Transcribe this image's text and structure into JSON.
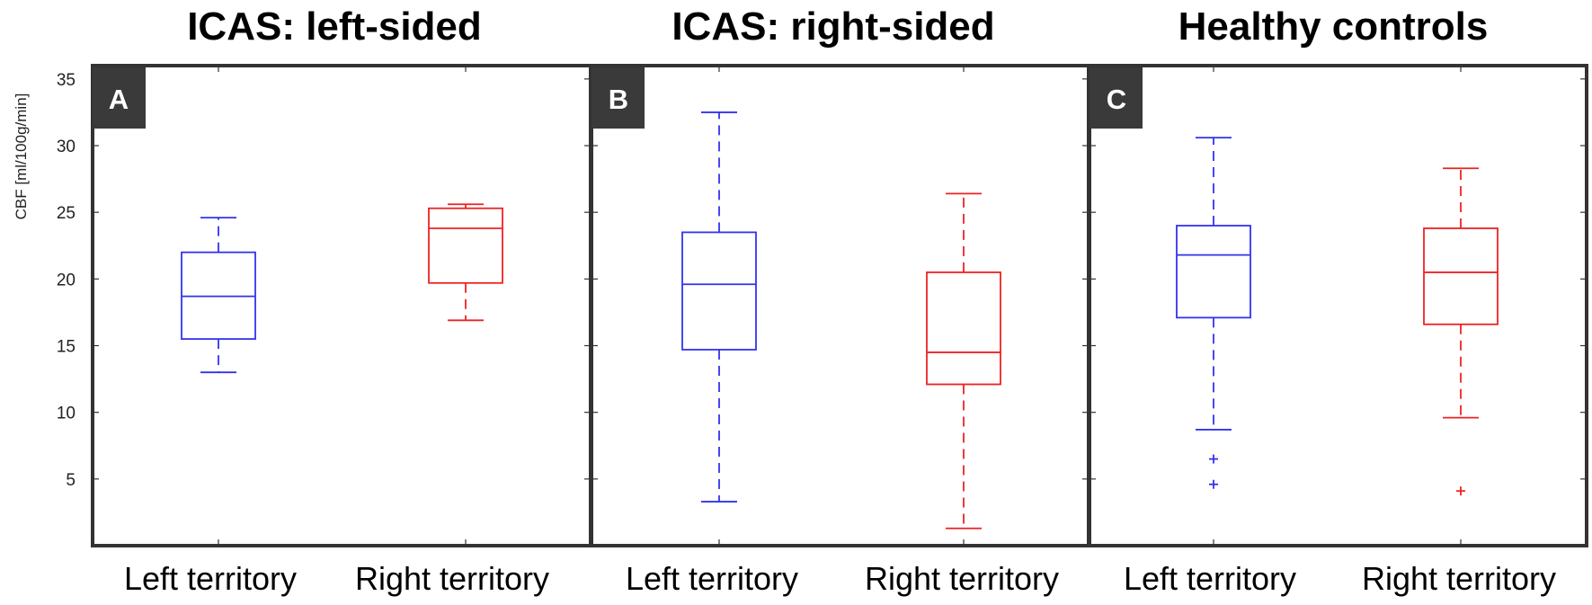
{
  "chart_data": [
    {
      "type": "box",
      "panel_label": "A",
      "title": "ICAS: left-sided",
      "ylabel": "CBF [ml/100g/min]",
      "ylim": [
        0,
        36
      ],
      "yticks": [
        5,
        10,
        15,
        20,
        25,
        30,
        35
      ],
      "categories": [
        "Left territory",
        "Right territory"
      ],
      "colors": [
        "#3333ee",
        "#ee2222"
      ],
      "boxes": [
        {
          "whisker_low": 13.0,
          "q1": 15.5,
          "median": 18.7,
          "q3": 22.0,
          "whisker_high": 24.6,
          "outliers": []
        },
        {
          "whisker_low": 16.9,
          "q1": 19.7,
          "median": 23.8,
          "q3": 25.3,
          "whisker_high": 25.6,
          "outliers": []
        }
      ]
    },
    {
      "type": "box",
      "panel_label": "B",
      "title": "ICAS: right-sided",
      "ylim": [
        0,
        36
      ],
      "yticks": [
        5,
        10,
        15,
        20,
        25,
        30,
        35
      ],
      "categories": [
        "Left territory",
        "Right territory"
      ],
      "colors": [
        "#3333ee",
        "#ee2222"
      ],
      "boxes": [
        {
          "whisker_low": 3.3,
          "q1": 14.7,
          "median": 19.6,
          "q3": 23.5,
          "whisker_high": 32.5,
          "outliers": []
        },
        {
          "whisker_low": 1.3,
          "q1": 12.1,
          "median": 14.5,
          "q3": 20.5,
          "whisker_high": 26.4,
          "outliers": []
        }
      ]
    },
    {
      "type": "box",
      "panel_label": "C",
      "title": "Healthy controls",
      "ylim": [
        0,
        36
      ],
      "yticks": [
        5,
        10,
        15,
        20,
        25,
        30,
        35
      ],
      "categories": [
        "Left territory",
        "Right territory"
      ],
      "colors": [
        "#3333ee",
        "#ee2222"
      ],
      "boxes": [
        {
          "whisker_low": 8.7,
          "q1": 17.1,
          "median": 21.8,
          "q3": 24.0,
          "whisker_high": 30.6,
          "outliers": [
            6.5,
            4.6
          ]
        },
        {
          "whisker_low": 9.6,
          "q1": 16.6,
          "median": 20.5,
          "q3": 23.8,
          "whisker_high": 28.3,
          "outliers": [
            4.1
          ]
        }
      ]
    }
  ]
}
